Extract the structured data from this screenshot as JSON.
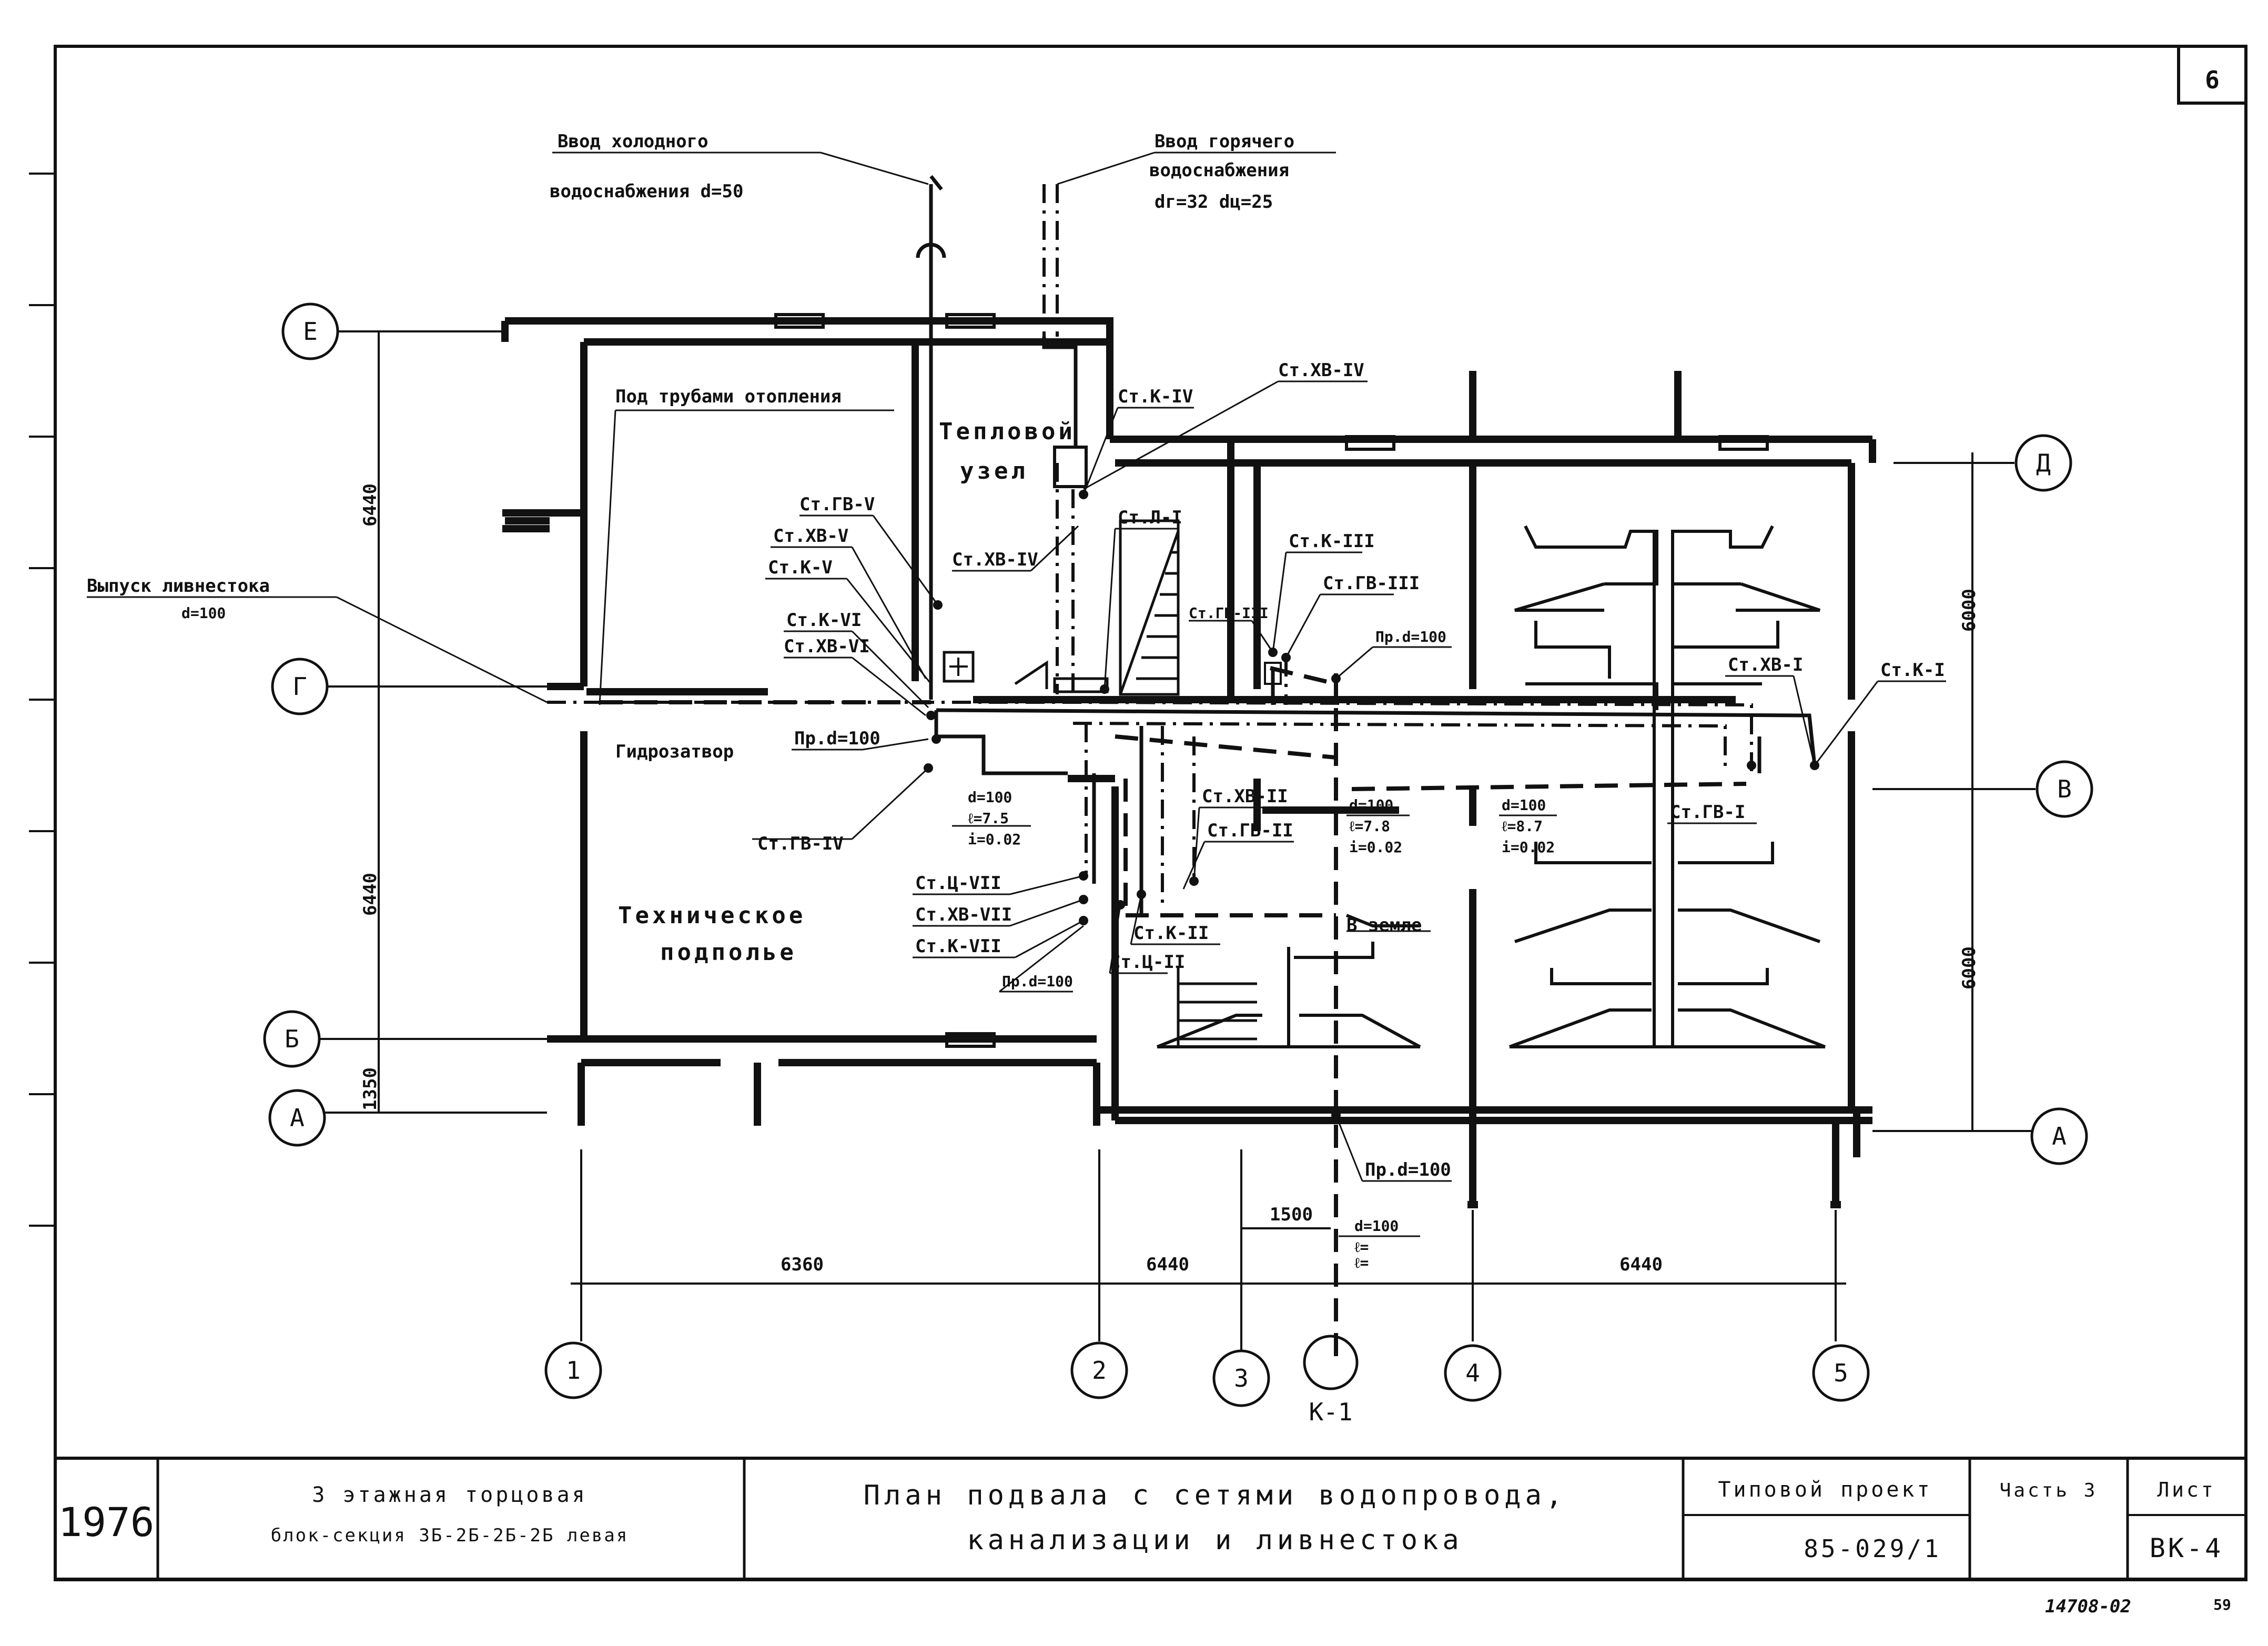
{
  "sheet": {
    "corner_label": "6",
    "bottom_stamp": "14708-02",
    "bottom_stamp_extra": "59"
  },
  "inlets": {
    "cold": [
      "Ввод холодного",
      "водоснабжения d=50"
    ],
    "hot": [
      "Ввод горячего",
      "водоснабжения",
      "dг=32 dц=25"
    ]
  },
  "rooms": {
    "under_heating": "Под трубами отопления",
    "heat_node": [
      "Тепловой",
      "узел"
    ],
    "tech_underground": [
      "Техническое",
      "подполье"
    ],
    "in_ground": "В земле"
  },
  "drain_outlet": [
    "Выпуск ливнестока",
    "d=100"
  ],
  "hydro_seal": "Гидрозатвор",
  "risers": [
    {
      "id": "r1",
      "label": "Ст.ХВ-IV"
    },
    {
      "id": "r2",
      "label": "Ст.К-IV"
    },
    {
      "id": "r3",
      "label": "Ст.ХВ-IV"
    },
    {
      "id": "r4",
      "label": "Ст.ГВ-V"
    },
    {
      "id": "r5",
      "label": "Ст.ХВ-V"
    },
    {
      "id": "r6",
      "label": "Ст.К-V"
    },
    {
      "id": "r7",
      "label": "Ст.К-VI"
    },
    {
      "id": "r8",
      "label": "Ст.ХВ-VI"
    },
    {
      "id": "r9",
      "label": "Пр.d=100"
    },
    {
      "id": "r10",
      "label": "Ст.ГВ-IV"
    },
    {
      "id": "r11",
      "label": "Ст.Л-I"
    },
    {
      "id": "r12",
      "label": "Ст.К-III"
    },
    {
      "id": "r13",
      "label": "Ст.ГВ-III"
    },
    {
      "id": "r14",
      "label": "Ст.ГВ-III"
    },
    {
      "id": "r15",
      "label": "Пр.d=100"
    },
    {
      "id": "r16",
      "label": "Ст.ХВ-I"
    },
    {
      "id": "r17",
      "label": "Ст.К-I"
    },
    {
      "id": "r18",
      "label": "Ст.ГВ-I"
    },
    {
      "id": "r19",
      "label": "Ст.ХВ-II"
    },
    {
      "id": "r20",
      "label": "Ст.ГВ-II"
    },
    {
      "id": "r21",
      "label": "Ст.Ц-VII"
    },
    {
      "id": "r22",
      "label": "Ст.ХВ-VII"
    },
    {
      "id": "r23",
      "label": "Ст.К-VII"
    },
    {
      "id": "r24",
      "label": "Пр.d=100"
    },
    {
      "id": "r25",
      "label": "Ст.К-II"
    },
    {
      "id": "r26",
      "label": "Ст.Ц-II"
    },
    {
      "id": "r27",
      "label": "Пр.d=100"
    }
  ],
  "pipe_specs": {
    "spec_a": [
      "d=100",
      "ℓ=7.5",
      "i=0.02"
    ],
    "spec_b": [
      "d=100",
      "ℓ=7.8",
      "i=0.02"
    ],
    "spec_c": [
      "d=100",
      "ℓ=8.7",
      "i=0.02"
    ],
    "spec_d": [
      "d=100",
      "ℓ=",
      "ℓ="
    ]
  },
  "axes": {
    "rows": [
      "Е",
      "Д",
      "Г",
      "В",
      "Б",
      "А",
      "А"
    ],
    "cols": [
      "1",
      "2",
      "3",
      "4",
      "5"
    ],
    "sewer_well": "К-1"
  },
  "dimensions": {
    "left": [
      "6440",
      "6440",
      "1350"
    ],
    "right": [
      "6000",
      "6000"
    ],
    "bottom": [
      "6360",
      "6440",
      "6440"
    ],
    "offset": "1500"
  },
  "title_block": {
    "year": "1976",
    "object": [
      "3 этажная торцовая",
      "блок-секция 3Б-2Б-2Б-2Б левая"
    ],
    "sheet_title": [
      "План подвала с сетями водопровода,",
      "канализации и ливнестока"
    ],
    "project_label": "Типовой проект",
    "project_number": "85-029/1",
    "part_label": "Часть 3",
    "sheet_label": "Лист",
    "sheet_number": "ВК-4"
  }
}
